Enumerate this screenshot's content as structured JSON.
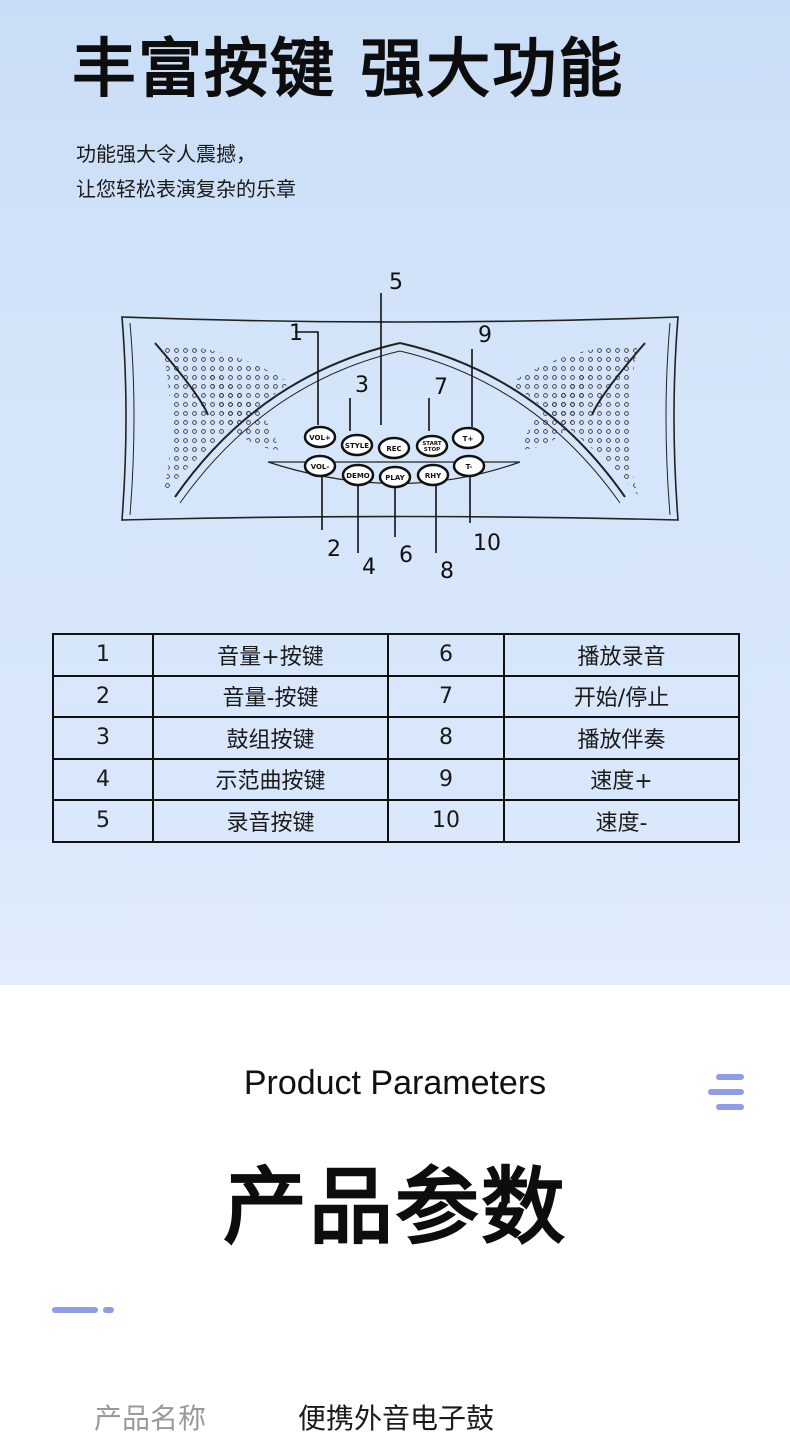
{
  "hero": {
    "title": "丰富按键 强大功能",
    "subtitle_line1": "功能强大令人震撼，",
    "subtitle_line2": "让您轻松表演复杂的乐章"
  },
  "diagram": {
    "callouts": [
      "1",
      "2",
      "3",
      "4",
      "5",
      "6",
      "7",
      "8",
      "9",
      "10"
    ],
    "buttons": {
      "vol_up": "VOL+",
      "style": "STYLE",
      "rec": "REC",
      "start": "START",
      "stop": "STOP",
      "t_up": "T+",
      "vol_down": "VOL-",
      "demo": "DEMO",
      "play": "PLAY",
      "rhy": "RHY",
      "t_down": "T-"
    }
  },
  "key_table": {
    "rows": [
      {
        "n1": "1",
        "f1": "音量+按键",
        "n2": "6",
        "f2": "播放录音"
      },
      {
        "n1": "2",
        "f1": "音量-按键",
        "n2": "7",
        "f2": "开始/停止"
      },
      {
        "n1": "3",
        "f1": "鼓组按键",
        "n2": "8",
        "f2": "播放伴奏"
      },
      {
        "n1": "4",
        "f1": "示范曲按键",
        "n2": "9",
        "f2": "速度+"
      },
      {
        "n1": "5",
        "f1": "录音按键",
        "n2": "10",
        "f2": "速度-"
      }
    ]
  },
  "params": {
    "title_en": "Product Parameters",
    "title_cn": "产品参数",
    "name_label": "产品名称",
    "name_value": "便携外音电子鼓"
  },
  "colors": {
    "accent": "#8f9ce8",
    "top_bg": "#d6e6fa"
  }
}
